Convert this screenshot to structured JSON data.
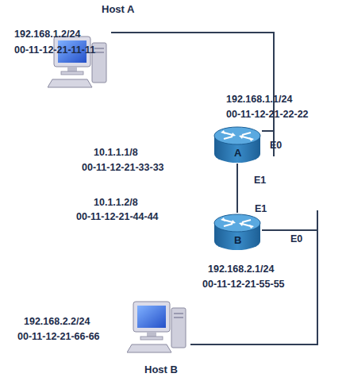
{
  "diagram": {
    "nodes": [
      {
        "text": [
          "Host A"
        ]
      },
      {
        "text": [
          "A"
        ]
      },
      {
        "text": [
          "B"
        ]
      },
      {
        "text": [
          "Host B"
        ]
      }
    ],
    "edges": [
      {
        "from": 0,
        "to": 1,
        "arrow": "none"
      },
      {
        "from": 1,
        "to": 2,
        "arrow": "none"
      },
      {
        "from": 2,
        "to": 3,
        "arrow": "none"
      }
    ],
    "labels": [
      "192.168.1.2/24",
      "00-11-12-21-11-11",
      "192.168.1.1/24",
      "00-11-12-21-22-22",
      "E0",
      "10.1.1.1/8",
      "00-11-12-21-33-33",
      "E1",
      "10.1.1.2/8",
      "00-11-12-21-44-44",
      "E1",
      "E0",
      "192.168.2.1/24",
      "00-11-12-21-55-55",
      "192.168.2.2/24",
      "00-11-12-21-66-66"
    ]
  }
}
